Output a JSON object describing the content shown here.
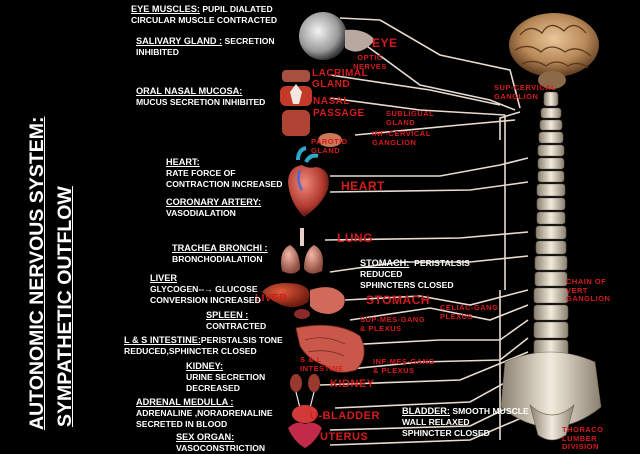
{
  "title": {
    "line1": "AUTONOMIC NERVOUS SYSTEM:",
    "line2": "SYMPATHETIC OUTFLOW"
  },
  "annotations": {
    "eye": {
      "heading": "EYE MUSCLES:",
      "lines": [
        "PUPIL DIALATED",
        "CIRCULAR MUSCLE CONTRACTED"
      ]
    },
    "salivary": {
      "heading": "SALIVARY GLAND :",
      "lines": [
        "SECRETION",
        "INHIBITED"
      ]
    },
    "oral": {
      "heading": "ORAL NASAL MUCOSA:",
      "lines": [
        "MUCUS SECRETION INHIBITED"
      ]
    },
    "heart": {
      "heading": "HEART:",
      "lines": [
        "RATE FORCE OF",
        "CONTRACTION INCREASED"
      ]
    },
    "coronary": {
      "heading": "CORONARY ARTERY:",
      "lines": [
        "VASODIALATION"
      ]
    },
    "trachea": {
      "heading": "TRACHEA BRONCHI :",
      "lines": [
        "BRONCHODIALATION"
      ]
    },
    "liver": {
      "heading": "LIVER",
      "lines": [
        "GLYCOGEN--→ GLUCOSE",
        "CONVERSION  INCREASED"
      ]
    },
    "spleen": {
      "heading": "SPLEEN :",
      "lines": [
        "CONTRACTED"
      ]
    },
    "intestine": {
      "heading": "L & S INTESTINE:",
      "lines": [
        "PERISTALSIS TONE",
        "REDUCED,SPHINCTER CLOSED"
      ]
    },
    "kidney": {
      "heading": "KIDNEY:",
      "lines": [
        "URINE SECRETION",
        "DECREASED"
      ]
    },
    "adrenal": {
      "heading": "ADRENAL MEDULLA :",
      "lines": [
        "ADRENALINE ,NORADRENALINE",
        "SECRETED IN BLOOD"
      ]
    },
    "sex": {
      "heading": "SEX ORGAN:",
      "lines": [
        "VASOCONSTRICTION"
      ]
    },
    "stomach": {
      "heading": "STOMACH:",
      "lines": [
        "PERISTALSIS",
        "REDUCED",
        "SPHINCTERS CLOSED"
      ]
    },
    "bladder": {
      "heading": "BLADDER:",
      "lines": [
        "SMOOTH MUSCLE",
        "WALL RELAXED",
        "SPHINCTER CLOSED"
      ]
    }
  },
  "organ_labels": {
    "eye": "EYE",
    "optic": "OPTIC\nNERVES",
    "lacrimal": "LACRIMAL\nGLAND",
    "nasal": "NASAL\nPASSAGE",
    "subligual": "SUBLIGUAL\nGLAND",
    "inf_cervical": "INF-CERVICAL\nGANGLION",
    "parotid": "PAROTID\nGLAND",
    "heart": "HEART",
    "lung": "LUNG",
    "liver": "LIVER",
    "stomach": "STOMACH",
    "celiac": "CELIAC-GANG\nPLEXUS",
    "sup_mes": "SUP-MES-GANG\n& PLEXUS",
    "intestine": "S & L\nINTESTINE",
    "inf_mes": "INF-MES-GANG\n& PLEXUS",
    "kidney": "KIDNEY",
    "bladder": "U-BLADDER",
    "uterus": "UTERUS",
    "sup_cervical": "SUP-CERVICAL\nGANGLION",
    "chain": "CHAIN OF\nVERT\nGANGLION",
    "thoraco": "THORACO\nLUMBER\nDIVISION"
  },
  "colors": {
    "background": "#000000",
    "label_red": "#d51c1c",
    "nerve_line": "#e8dcd0"
  }
}
